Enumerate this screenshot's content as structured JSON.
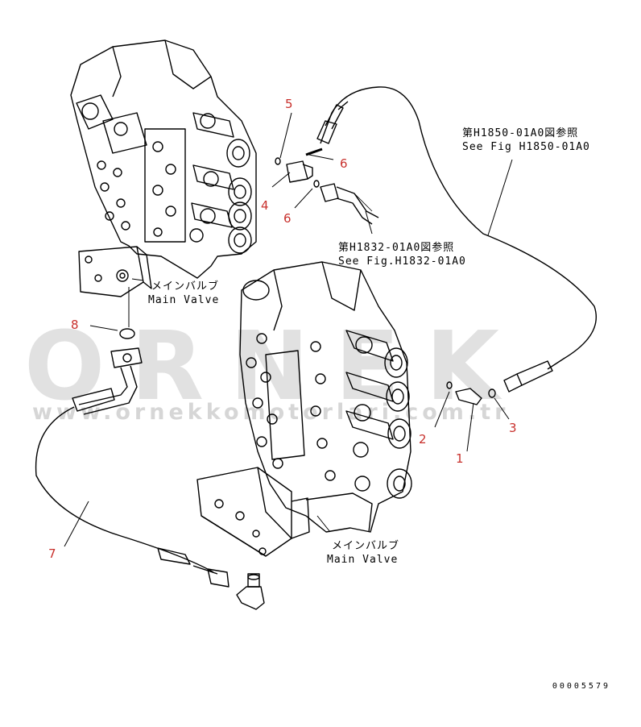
{
  "watermark": {
    "brand": "ORNEK",
    "url": "www.ornekkomotorlari.com.tr"
  },
  "refs": {
    "upper_fig": {
      "jp": "第H1850-01A0図参照",
      "en": "See Fig H1850-01A0"
    },
    "middle_fig": {
      "jp": "第H1832-01A0図参照",
      "en": "See Fig.H1832-01A0"
    }
  },
  "valve_labels": {
    "upper": {
      "jp": "メインバルブ",
      "en": "Main Valve"
    },
    "lower": {
      "jp": "メインバルブ",
      "en": "Main Valve"
    }
  },
  "part_numbers": [
    {
      "id": "1",
      "text": "1"
    },
    {
      "id": "2",
      "text": "2"
    },
    {
      "id": "3",
      "text": "3"
    },
    {
      "id": "4",
      "text": "4"
    },
    {
      "id": "5",
      "text": "5"
    },
    {
      "id": "6a",
      "text": "6"
    },
    {
      "id": "6b",
      "text": "6"
    },
    {
      "id": "7",
      "text": "7"
    },
    {
      "id": "8",
      "text": "8"
    }
  ],
  "drawing_code": "00005579",
  "colors": {
    "callout": "#c8302c",
    "line": "#000000",
    "watermark": "#c9c9c9"
  }
}
